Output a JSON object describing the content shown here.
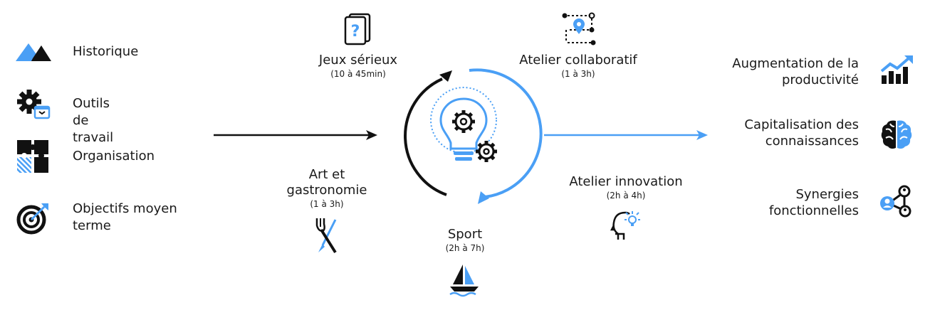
{
  "inputs": [
    {
      "icon": "mountains-icon",
      "label": "Historique"
    },
    {
      "icon": "gear-window-icon",
      "label": "Outils de travail"
    },
    {
      "icon": "puzzle-icon",
      "label": "Organisation"
    },
    {
      "icon": "target-icon",
      "label": "Objectifs moyen terme"
    }
  ],
  "activities": {
    "jeux": {
      "title": "Jeux sérieux",
      "duration": "(10 à 45min)",
      "icon": "question-cards-icon"
    },
    "atelier_collab": {
      "title": "Atelier collaboratif",
      "duration": "(1 à 3h)",
      "icon": "route-map-icon"
    },
    "art": {
      "title_line1": "Art et",
      "title_line2": "gastronomie",
      "duration": "(1 à 3h)",
      "icon": "fork-brush-icon"
    },
    "sport": {
      "title": "Sport",
      "duration": "(2h à 7h)",
      "icon": "sailboat-icon"
    },
    "atelier_innov": {
      "title": "Atelier innovation",
      "duration": "(2h à 4h)",
      "icon": "head-idea-icon"
    }
  },
  "center": {
    "icon": "lightbulb-gears-icon"
  },
  "outputs": [
    {
      "icon": "growth-chart-icon",
      "line1": "Augmentation de la",
      "line2": "productivité"
    },
    {
      "icon": "brain-icon",
      "line1": "Capitalisation des",
      "line2": "connaissances"
    },
    {
      "icon": "network-users-icon",
      "line1": "Synergies",
      "line2": "fonctionnelles"
    }
  ],
  "colors": {
    "accent": "#4a9ff5",
    "dark": "#111111"
  }
}
